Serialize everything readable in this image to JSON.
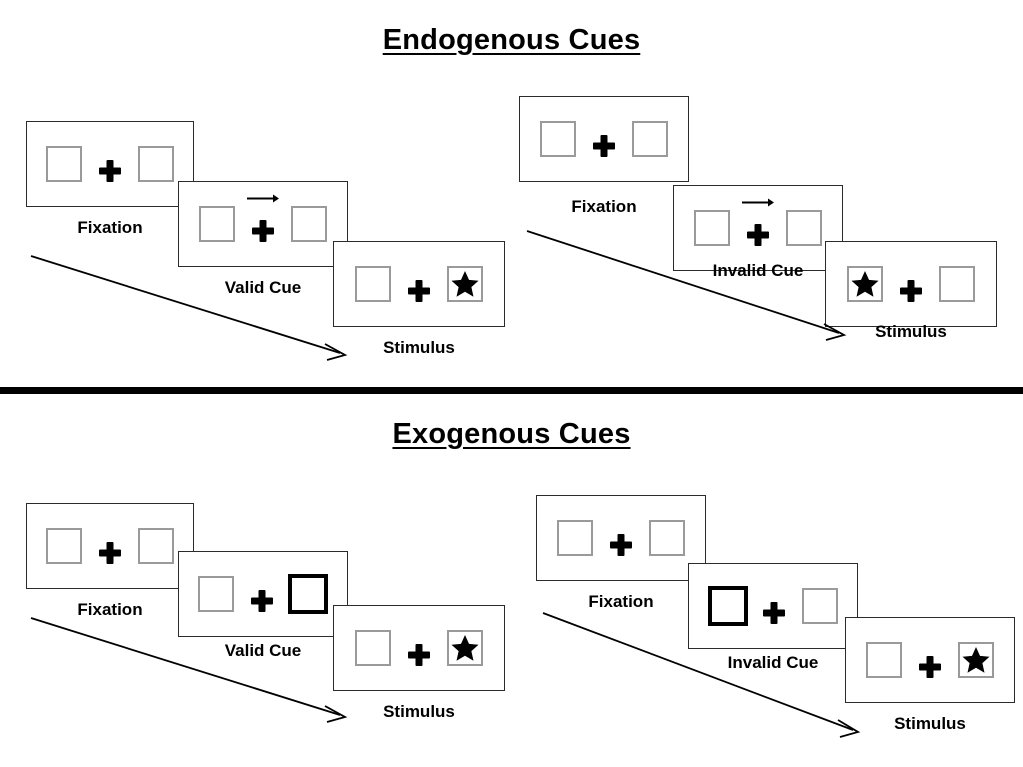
{
  "figure": {
    "type": "diagram",
    "description": "Posner spatial cueing paradigm: endogenous versus exogenous cue trial sequences"
  },
  "sections": [
    {
      "id": "endogenous",
      "title": "Endogenous Cues",
      "cue_type": "central arrow cue",
      "trials": [
        {
          "id": "endogenous-valid",
          "validity": "valid",
          "stages": [
            {
              "label": "Fixation",
              "cue": "none",
              "arrow": "none",
              "highlighted_box": "none",
              "target_box": "none"
            },
            {
              "label": "Valid Cue",
              "cue": "arrow",
              "arrow": "right",
              "highlighted_box": "none",
              "target_box": "none"
            },
            {
              "label": "Stimulus",
              "cue": "none",
              "arrow": "none",
              "highlighted_box": "none",
              "target_box": "right"
            }
          ]
        },
        {
          "id": "endogenous-invalid",
          "validity": "invalid",
          "stages": [
            {
              "label": "Fixation",
              "cue": "none",
              "arrow": "none",
              "highlighted_box": "none",
              "target_box": "none"
            },
            {
              "label": "Invalid Cue",
              "cue": "arrow",
              "arrow": "right",
              "highlighted_box": "none",
              "target_box": "none"
            },
            {
              "label": "Stimulus",
              "cue": "none",
              "arrow": "none",
              "highlighted_box": "none",
              "target_box": "left"
            }
          ]
        }
      ]
    },
    {
      "id": "exogenous",
      "title": "Exogenous Cues",
      "cue_type": "peripheral box brightening",
      "trials": [
        {
          "id": "exogenous-valid",
          "validity": "valid",
          "stages": [
            {
              "label": "Fixation",
              "cue": "none",
              "arrow": "none",
              "highlighted_box": "none",
              "target_box": "none"
            },
            {
              "label": "Valid Cue",
              "cue": "box",
              "arrow": "none",
              "highlighted_box": "right",
              "target_box": "none"
            },
            {
              "label": "Stimulus",
              "cue": "none",
              "arrow": "none",
              "highlighted_box": "none",
              "target_box": "right"
            }
          ]
        },
        {
          "id": "exogenous-invalid",
          "validity": "invalid",
          "stages": [
            {
              "label": "Fixation",
              "cue": "none",
              "arrow": "none",
              "highlighted_box": "none",
              "target_box": "none"
            },
            {
              "label": "Invalid Cue",
              "cue": "box",
              "arrow": "none",
              "highlighted_box": "left",
              "target_box": "none"
            },
            {
              "label": "Stimulus",
              "cue": "none",
              "arrow": "none",
              "highlighted_box": "none",
              "target_box": "right"
            }
          ]
        }
      ]
    }
  ],
  "icons": {
    "fixation_cross": "plus-icon",
    "target": "star-icon",
    "cue_arrow": "arrow-right-icon",
    "time_arrow": "time-progression-arrow-icon"
  },
  "colors": {
    "panel_border": "#2b2b2b",
    "box_border": "#9a9a9a",
    "box_highlight_border": "#000000",
    "target_fill": "#000000",
    "text": "#000000",
    "divider": "#000000",
    "background": "#ffffff"
  }
}
